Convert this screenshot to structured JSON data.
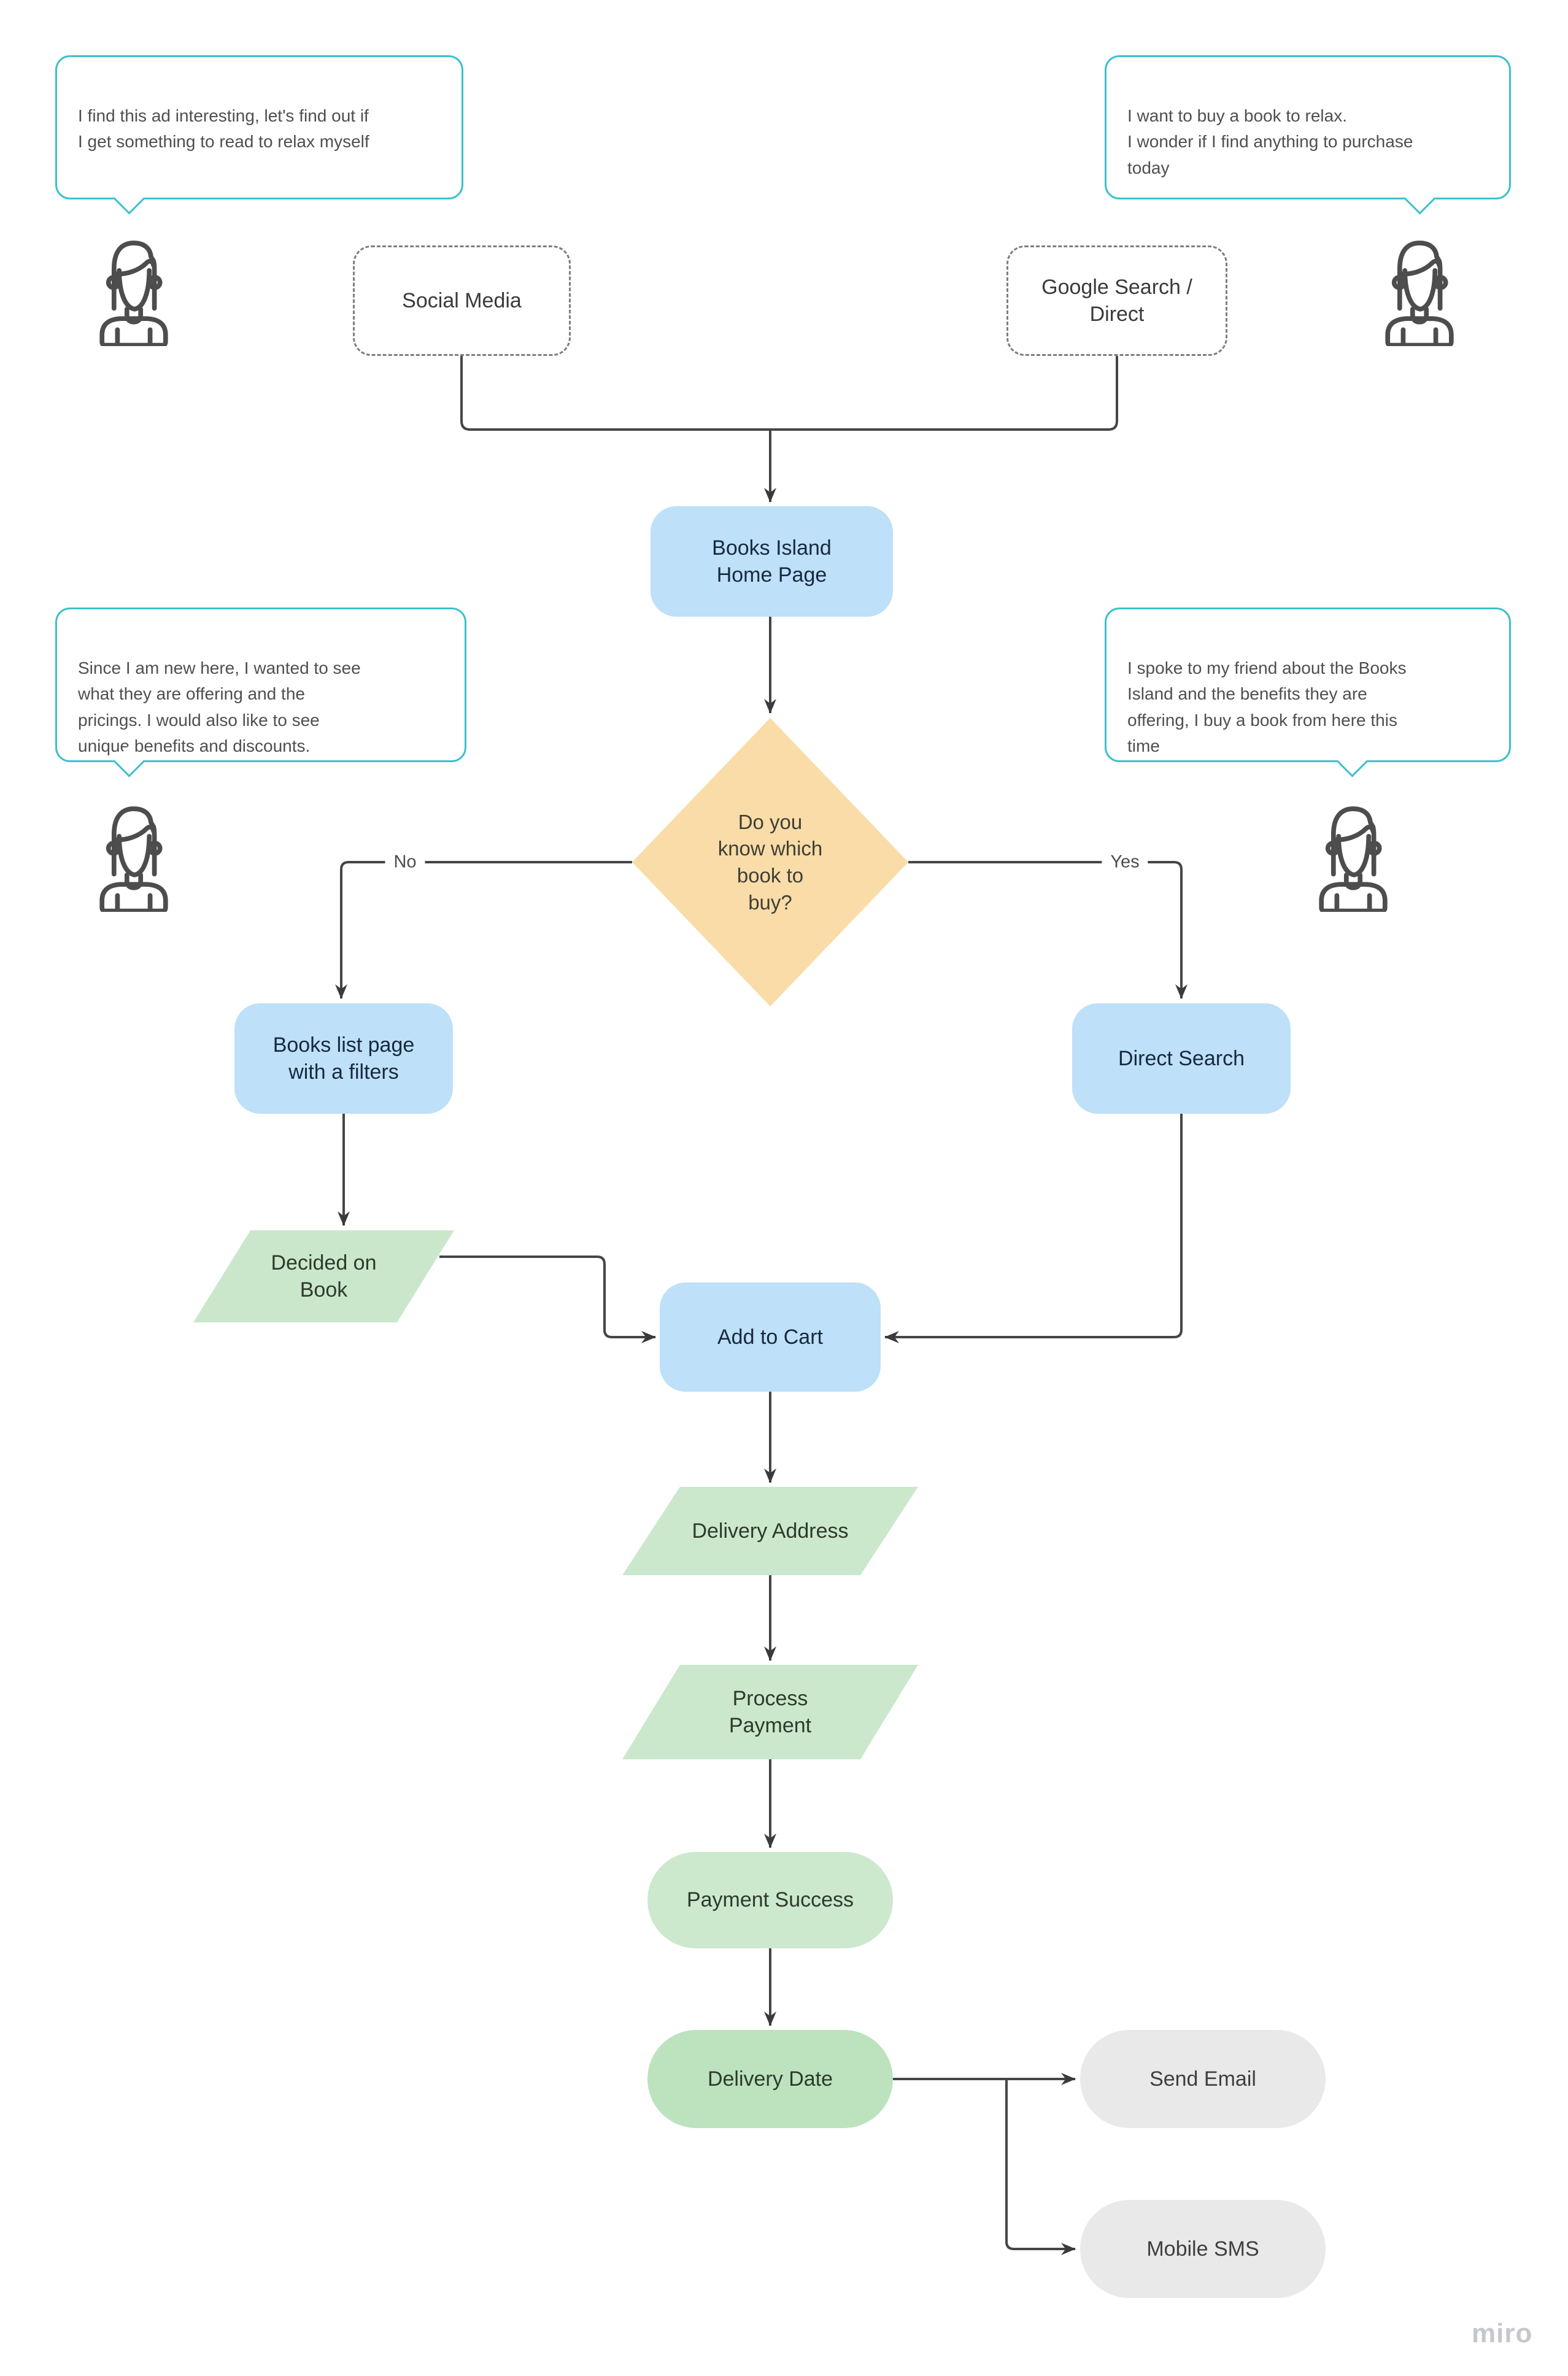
{
  "app": {
    "watermark": "miro"
  },
  "colors": {
    "bubble_border": "#3CC1CC",
    "node_blue": "#BEE0F8",
    "node_orange": "#F9DCA7",
    "node_green": "#CBE8CC",
    "node_green_dark": "#BCE2BE",
    "node_gray": "#E9E9E9",
    "connector": "#454545",
    "dashed_border": "#7e7e7e"
  },
  "personas": {
    "top_left_quote": "I find this ad interesting, let's find out if\nI get something to read to relax myself",
    "top_right_quote": "I want to buy a book to relax.\nI wonder if I find anything to purchase\ntoday",
    "mid_left_quote": "Since I am new here, I wanted to see\nwhat they are offering and the\npricings. I would also like to see\nunique benefits and discounts.",
    "mid_right_quote": "I spoke to my friend about the Books\nIsland and the benefits they are\noffering, I buy a book from here this\ntime"
  },
  "nodes": {
    "social_media": "Social Media",
    "google_search": "Google Search /\nDirect",
    "home_page": "Books Island\nHome Page",
    "decision": "Do you\nknow which\nbook to\nbuy?",
    "books_list": "Books list page\nwith a filters",
    "direct_search": "Direct Search",
    "decided_on_book": "Decided on\nBook",
    "add_to_cart": "Add to Cart",
    "delivery_address": "Delivery Address",
    "process_payment": "Process\nPayment",
    "payment_success": "Payment Success",
    "delivery_date": "Delivery Date",
    "send_email": "Send Email",
    "mobile_sms": "Mobile SMS"
  },
  "edge_labels": {
    "no": "No",
    "yes": "Yes"
  }
}
